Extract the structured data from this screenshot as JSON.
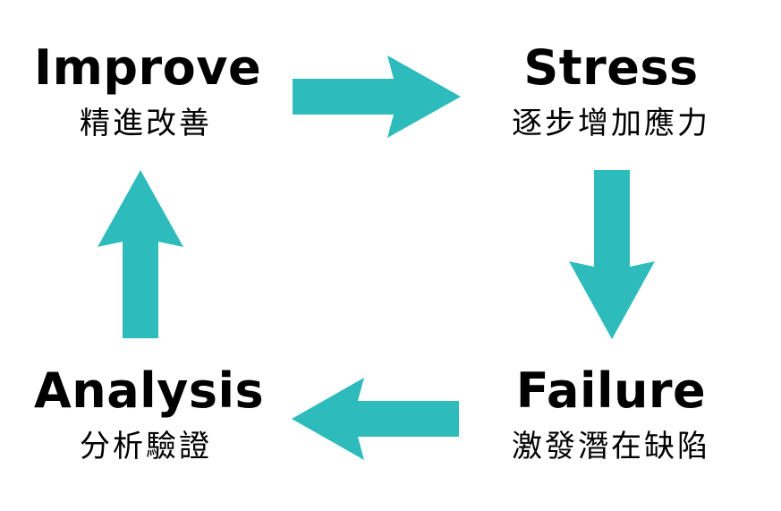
{
  "diagram": {
    "accent_color": "#2ebbbb",
    "nodes": {
      "improve": {
        "title": "Improve",
        "subtitle": "精進改善"
      },
      "stress": {
        "title": "Stress",
        "subtitle": "逐步增加應力"
      },
      "failure": {
        "title": "Failure",
        "subtitle": "激發潛在缺陷"
      },
      "analysis": {
        "title": "Analysis",
        "subtitle": "分析驗證"
      }
    },
    "edges": [
      {
        "from": "improve",
        "to": "stress",
        "direction": "right"
      },
      {
        "from": "stress",
        "to": "failure",
        "direction": "down"
      },
      {
        "from": "failure",
        "to": "analysis",
        "direction": "left"
      },
      {
        "from": "analysis",
        "to": "improve",
        "direction": "up"
      }
    ]
  }
}
